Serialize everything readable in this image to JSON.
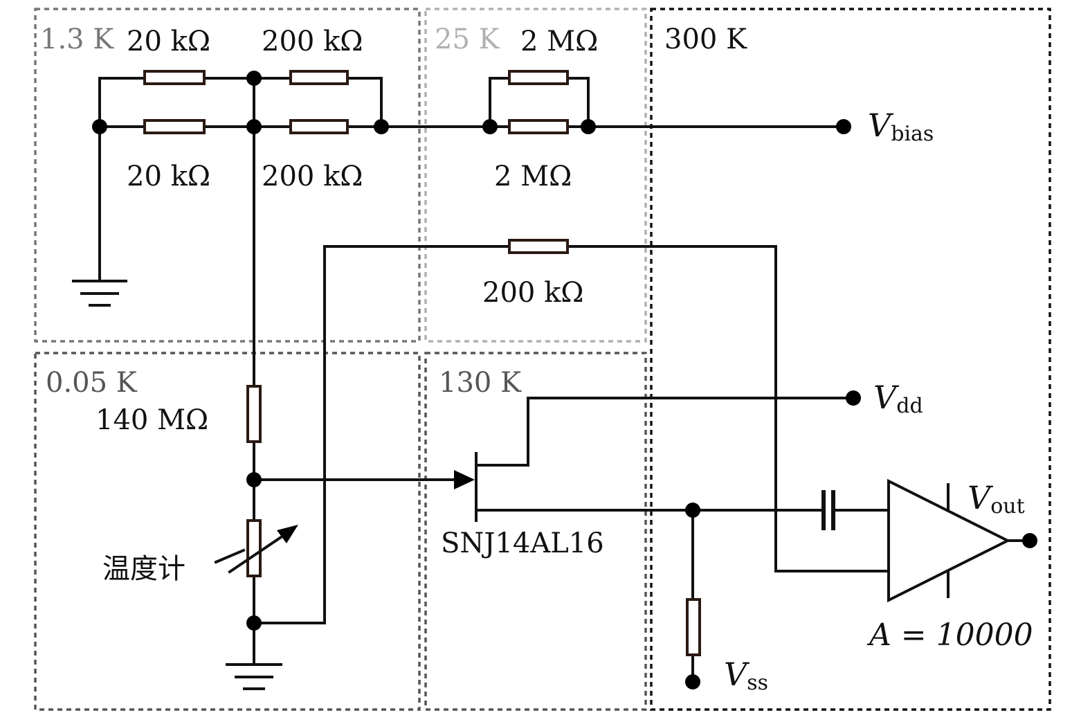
{
  "zones": {
    "z_1_3K": {
      "label": "1.3 K",
      "color": "#777777"
    },
    "z_25K": {
      "label": "25 K",
      "color": "#b0b0b0"
    },
    "z_300K": {
      "label": "300 K",
      "color": "#111111"
    },
    "z_0_05K": {
      "label": "0.05 K",
      "color": "#555555"
    },
    "z_130K": {
      "label": "130 K",
      "color": "#555555"
    }
  },
  "resistors": {
    "r20k_top": "20 kΩ",
    "r200k_top": "200 kΩ",
    "r2M_top": "2 MΩ",
    "r20k_bottom": "20 kΩ",
    "r200k_bottom": "200 kΩ",
    "r2M_bottom": "2 MΩ",
    "r200k_feedback": "200 kΩ",
    "r140M": "140 MΩ"
  },
  "thermometer_label": "温度计",
  "jfet_label": "SNJ14AL16",
  "terminals": {
    "vbias": {
      "main": "V",
      "sub": "bias"
    },
    "vdd": {
      "main": "V",
      "sub": "dd"
    },
    "vss": {
      "main": "V",
      "sub": "ss"
    },
    "vout": {
      "main": "V",
      "sub": "out"
    }
  },
  "amplifier_gain": "A = 10000"
}
